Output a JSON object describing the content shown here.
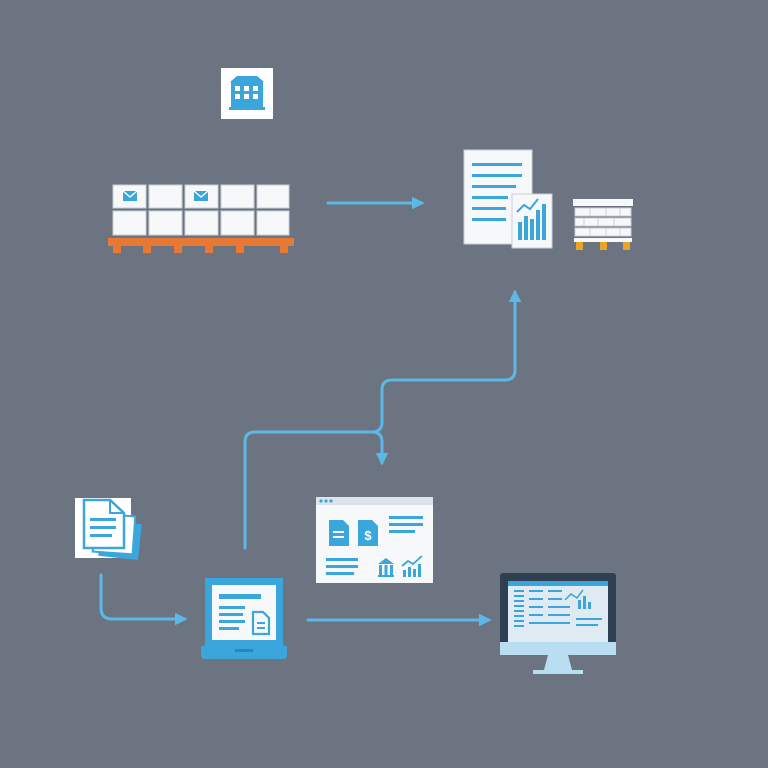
{
  "colors": {
    "background": "#6b7480",
    "arrow": "#5cb8e6",
    "accent_blue": "#3aa6db",
    "paper": "#f7f8fa",
    "pallet_orange": "#e87935",
    "pallet_yellow": "#e6a62a",
    "monitor_frame": "#2e3f52",
    "monitor_screen": "#dfeaf3"
  },
  "nodes": [
    {
      "id": "warehouse-building",
      "icon": "warehouse-icon"
    },
    {
      "id": "inventory-pallet",
      "icon": "pallet-boxes-icon"
    },
    {
      "id": "reports",
      "icon": "report-chart-icon"
    },
    {
      "id": "shipment-pallet",
      "icon": "stacked-pallet-icon"
    },
    {
      "id": "document-stack",
      "icon": "documents-icon"
    },
    {
      "id": "invoice-screen",
      "icon": "invoice-dashboard-icon"
    },
    {
      "id": "laptop",
      "icon": "laptop-icon"
    },
    {
      "id": "desktop-monitor",
      "icon": "desktop-dashboard-icon"
    }
  ],
  "edges": [
    {
      "from": "inventory-pallet",
      "to": "reports"
    },
    {
      "from": "laptop",
      "to": "reports"
    },
    {
      "from": "reports",
      "to": "invoice-screen"
    },
    {
      "from": "document-stack",
      "to": "laptop"
    },
    {
      "from": "laptop",
      "to": "desktop-monitor"
    }
  ]
}
